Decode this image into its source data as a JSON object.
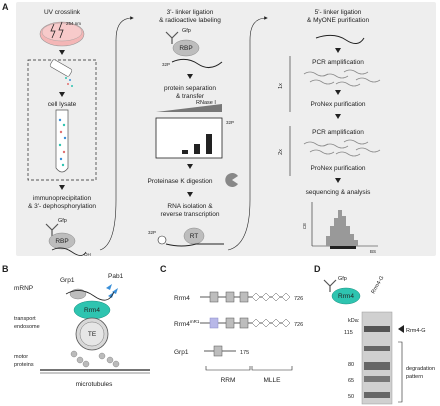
{
  "panels": {
    "A": {
      "letter": "A",
      "col1": {
        "step1": "UV crosslink",
        "uv_wavelength": "254 nm",
        "step2": "cell lysate",
        "step3_line1": "immunoprecipitation",
        "step3_line2": "& 3'- dephosphorylation",
        "tag": "Gfp",
        "protein": "RBP",
        "oh": "OH"
      },
      "col2": {
        "step1_line1": "3'- linker ligation",
        "step1_line2": "& radioactive labeling",
        "tag": "Gfp",
        "protein": "RBP",
        "p32": "32P",
        "step2_line1": "protein separation",
        "step2_line2": "& transfer",
        "rnase": "RNase I",
        "step3": "Proteinase K digestion",
        "step4_line1": "RNA isolation &",
        "step4_line2": "reverse transcription",
        "rt": "RT"
      },
      "col3": {
        "step1_line1": "5'- linker ligation",
        "step1_line2": "& MyONE purification",
        "rep1": "1x",
        "pcr1": "PCR amplification",
        "pronex1": "ProNex purification",
        "rep2": "2x",
        "pcr2": "PCR amplification",
        "pronex2": "ProNex purification",
        "step_final": "sequencing & analysis",
        "ce": "CE",
        "bs": "BS"
      }
    },
    "B": {
      "letter": "B",
      "mrnp": "mRNP",
      "grp1": "Grp1",
      "pab1": "Pab1",
      "rrm4": "Rrm4",
      "transport_line1": "transport",
      "transport_line2": "endosome",
      "te": "TE",
      "motor_line1": "motor",
      "motor_line2": "proteins",
      "microtubules": "microtubules"
    },
    "C": {
      "letter": "C",
      "rows": [
        {
          "name": "Rrm4",
          "sup": "",
          "length": "726"
        },
        {
          "name": "Rrm4",
          "sup": "mR1",
          "length": "726"
        },
        {
          "name": "Grp1",
          "sup": "",
          "length": "175"
        }
      ],
      "rrm": "RRM",
      "mlle": "MLLE"
    },
    "D": {
      "letter": "D",
      "tag": "Gfp",
      "protein": "Rrm4",
      "lane": "Rrm4-G",
      "kda": "kDa:",
      "markers": [
        "115",
        "80",
        "65",
        "50"
      ],
      "band_label": "Rrm4-G",
      "degradation_line1": "degradation",
      "degradation_line2": "pattern"
    }
  },
  "colors": {
    "rrm4_teal": "#2ec4b0",
    "rbp_grey": "#bdbdbd",
    "panel_bg": "#eeeeee",
    "mutant_domain": "#b8b8e8",
    "dish_pink": "#f4b6b6",
    "pab1_blue": "#3a8fd8"
  }
}
